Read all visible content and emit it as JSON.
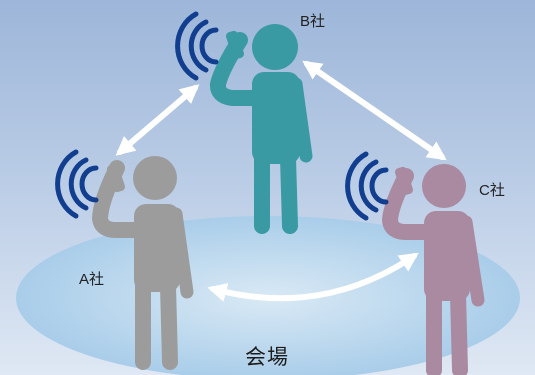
{
  "diagram": {
    "venue_label": "会場",
    "companies": [
      {
        "label": "A社",
        "color": "#9c9c9c"
      },
      {
        "label": "B社",
        "color": "#3a9aa3"
      },
      {
        "label": "C社",
        "color": "#a98aa0"
      }
    ],
    "signal_color": "#123e8f",
    "arrow_color": "#ffffff",
    "arrows": [
      {
        "from": "A社",
        "to": "B社"
      },
      {
        "from": "B社",
        "to": "C社"
      },
      {
        "from": "A社",
        "to": "C社"
      }
    ]
  }
}
